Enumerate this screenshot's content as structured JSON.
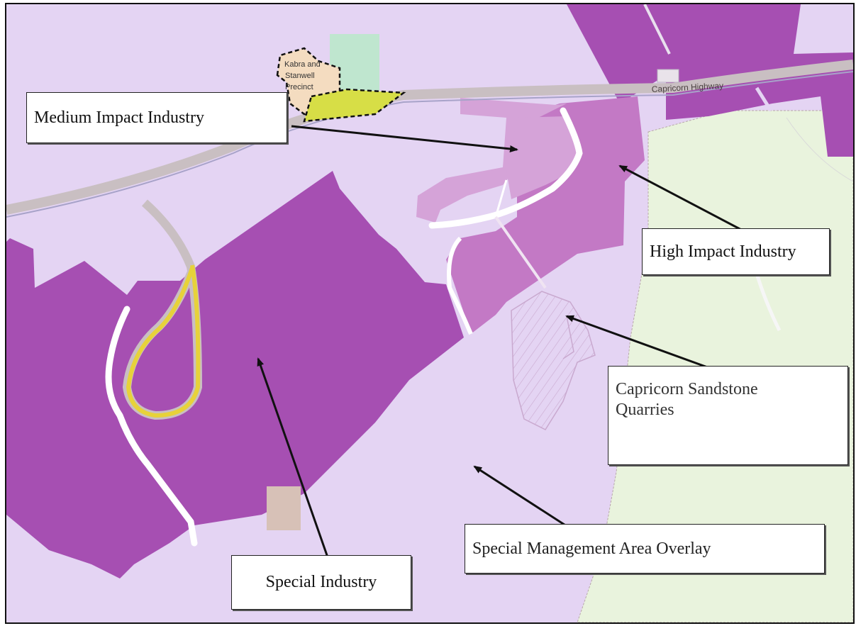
{
  "map": {
    "road_label": "Capricorn Highway",
    "precinct_label": [
      "Kabra and",
      "Stanwell",
      "Precinct"
    ],
    "colors": {
      "background": "#e4d4f3",
      "special_industry": "#a64fb2",
      "high_impact": "#c379c5",
      "medium_impact": "#d5a3d8",
      "special_management": "#e4d4f3",
      "green_zone": "#e9f3dd",
      "road": "#c9bfc2",
      "yellow_road": "#e7d23a",
      "quarry_hatch": "#c9a9cf"
    }
  },
  "labels": {
    "medium_impact": "Medium Impact Industry",
    "high_impact": "High Impact Industry",
    "quarry_line1": "Capricorn Sandstone",
    "quarry_line2": "Quarries",
    "special_management": "Special Management Area Overlay",
    "special_industry": "Special Industry"
  }
}
